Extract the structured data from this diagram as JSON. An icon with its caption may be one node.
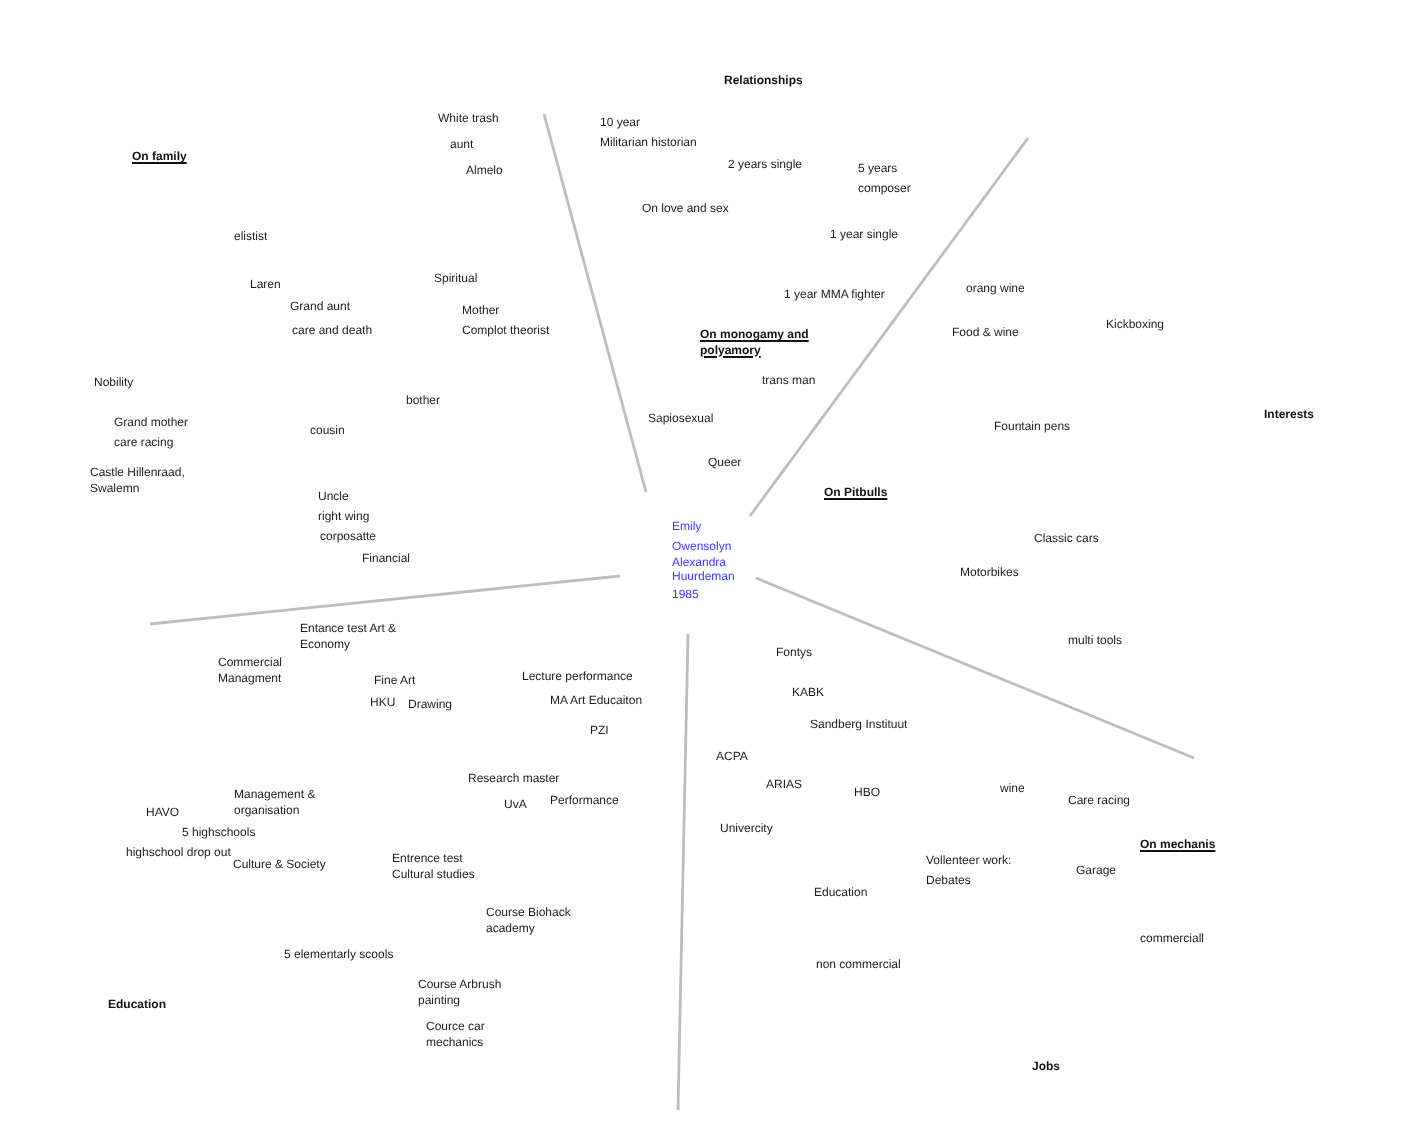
{
  "diagram": {
    "labels": [
      "Relationships",
      "White trash",
      "10 year",
      "Militarian historian",
      "aunt",
      "On family",
      "2 years single",
      "5 years",
      "Almelo",
      "composer",
      "On love and sex",
      "1 year single",
      "elistist",
      "Spiritual",
      "Laren",
      "orang wine",
      "1 year MMA fighter",
      "Grand aunt",
      "Mother",
      "Kickboxing",
      "care and death",
      "Complot theorist",
      "Food & wine",
      "On monogamy and polyamory",
      "Nobility",
      "trans man",
      "bother",
      "Interests",
      "Sapiosexual",
      "Grand mother",
      "Fountain pens",
      "cousin",
      "care racing",
      "Queer",
      "Castle Hillenraad, Swalemn",
      "On Pitbulls",
      "Uncle",
      "right wing",
      "Emily",
      "corposatte",
      "Classic cars",
      "Owensolyn Alexandra Huurdeman",
      "Financial",
      "Motorbikes",
      "1985",
      "Entance test Art & Economy",
      "multi tools",
      "Fontys",
      "Commercial Managment",
      "Lecture performance",
      "Fine Art",
      "KABK",
      "MA Art Educaiton",
      "HKU",
      "Drawing",
      "Sandberg Instituut",
      "PZI",
      "ACPA",
      "Research master",
      "ARIAS",
      "wine",
      "HBO",
      "Management & organisation",
      "Care racing",
      "Performance",
      "UvA",
      "HAVO",
      "Univercity",
      "5 highschools",
      "On mechanis",
      "highschool drop out",
      "Entrence test Cultural studies",
      "Vollenteer work:",
      "Culture & Society",
      "Garage",
      "Debates",
      "Education",
      "Course Biohack academy",
      "commerciall",
      "5 elementarly scools",
      "non commercial",
      "Course Arbrush painting",
      "Education",
      "Cource car mechanics",
      "Jobs"
    ]
  }
}
